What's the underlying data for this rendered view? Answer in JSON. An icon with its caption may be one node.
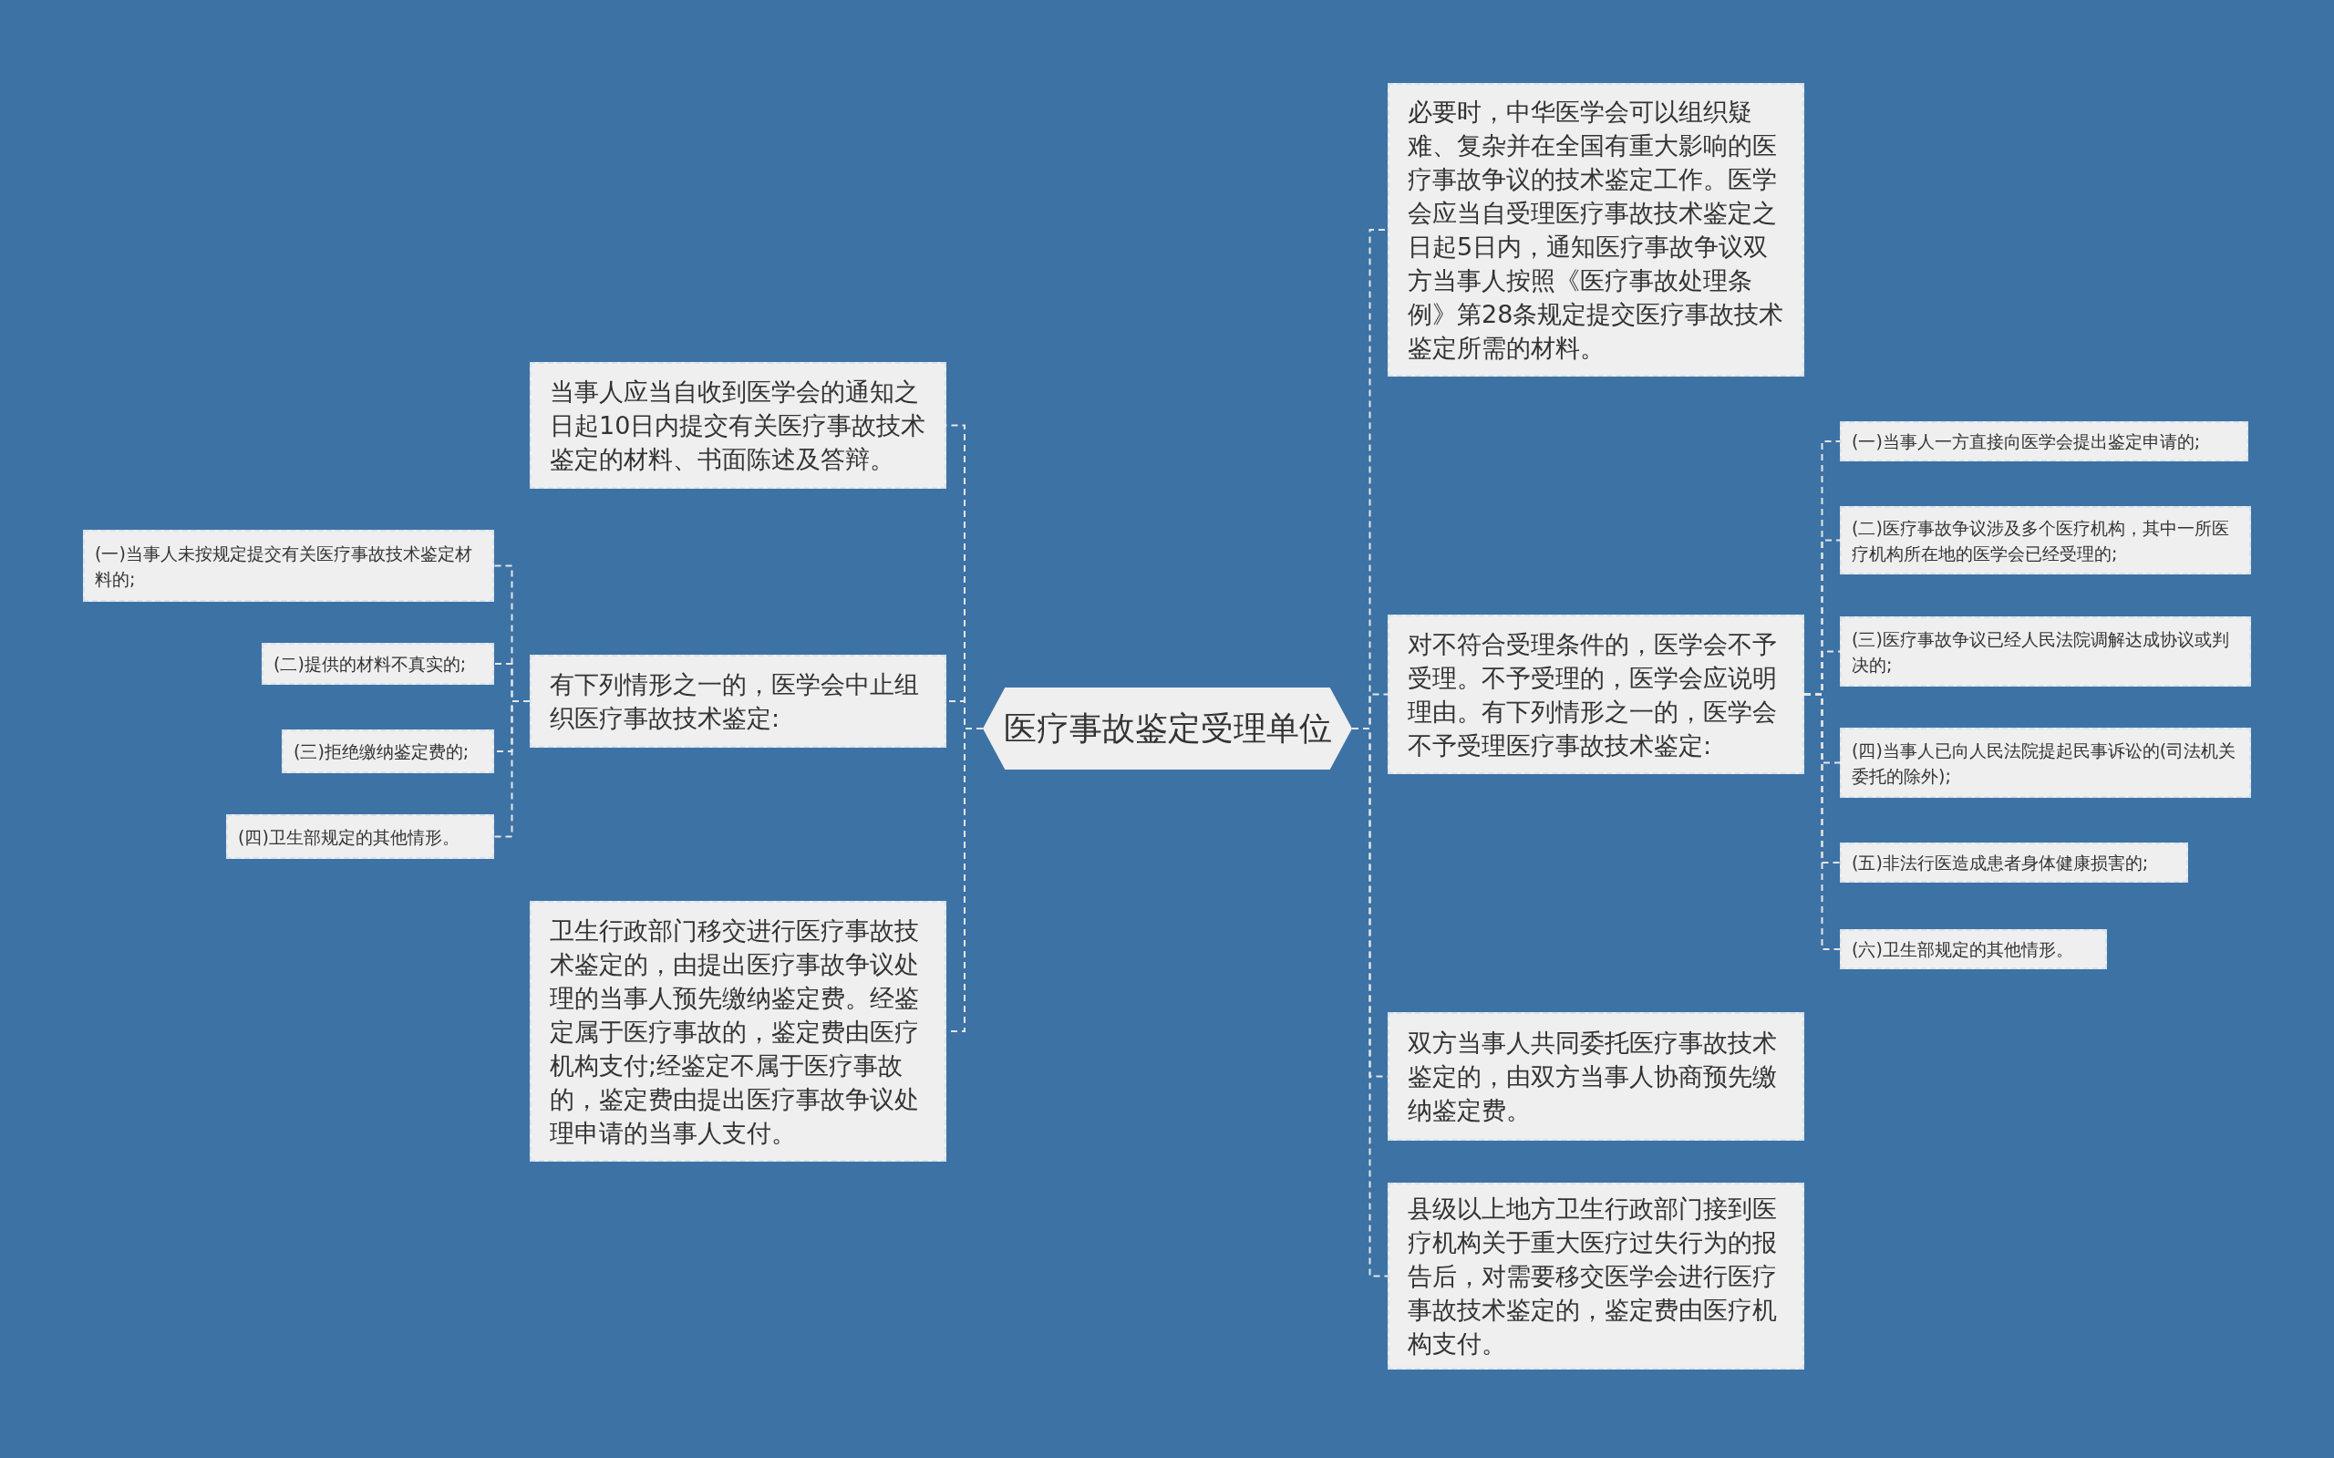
{
  "diagram": {
    "nodes": [
      {
        "text": [
          "医疗事故鉴定受理单位"
        ]
      },
      {
        "text": [
          "当事人应当自收到医学会的通知之日起10日内提交有关医疗事故技术鉴定的材料、书面陈述及答辩。"
        ]
      },
      {
        "text": [
          "有下列情形之一的，医学会中止组织医疗事故技术鉴定:"
        ]
      },
      {
        "text": [
          "(一)当事人未按规定提交有关医疗事故技术鉴定材料的;"
        ]
      },
      {
        "text": [
          "(二)提供的材料不真实的;"
        ]
      },
      {
        "text": [
          "(三)拒绝缴纳鉴定费的;"
        ]
      },
      {
        "text": [
          "(四)卫生部规定的其他情形。"
        ]
      },
      {
        "text": [
          "卫生行政部门移交进行医疗事故技术鉴定的，由提出医疗事故争议处理的当事人预先缴纳鉴定费。经鉴定属于医疗事故的，鉴定费由医疗机构支付;经鉴定不属于医疗事故的，鉴定费由提出医疗事故争议处理申请的当事人支付。"
        ]
      },
      {
        "text": [
          "必要时，中华医学会可以组织疑难、复杂并在全国有重大影响的医疗事故争议的技术鉴定工作。医学会应当自受理医疗事故技术鉴定之日起5日内，通知医疗事故争议双方当事人按照《医疗事故处理条例》第28条规定提交医疗事故技术鉴定所需的材料。"
        ]
      },
      {
        "text": [
          "对不符合受理条件的，医学会不予受理。不予受理的，医学会应说明理由。有下列情形之一的，医学会不予受理医疗事故技术鉴定:"
        ]
      },
      {
        "text": [
          "(一)当事人一方直接向医学会提出鉴定申请的;"
        ]
      },
      {
        "text": [
          "(二)医疗事故争议涉及多个医疗机构，其中一所医疗机构所在地的医学会已经受理的;"
        ]
      },
      {
        "text": [
          "(三)医疗事故争议已经人民法院调解达成协议或判决的;"
        ]
      },
      {
        "text": [
          "(四)当事人已向人民法院提起民事诉讼的(司法机关委托的除外);"
        ]
      },
      {
        "text": [
          "(五)非法行医造成患者身体健康损害的;"
        ]
      },
      {
        "text": [
          "(六)卫生部规定的其他情形。"
        ]
      },
      {
        "text": [
          "双方当事人共同委托医疗事故技术鉴定的，由双方当事人协商预先缴纳鉴定费。"
        ]
      },
      {
        "text": [
          "县级以上地方卫生行政部门接到医疗机构关于重大医疗过失行为的报告后，对需要移交医学会进行医疗事故技术鉴定的，鉴定费由医疗机构支付。"
        ]
      }
    ],
    "edges": [
      {
        "from": 0,
        "to": 1,
        "arrow": "none"
      },
      {
        "from": 0,
        "to": 2,
        "arrow": "none"
      },
      {
        "from": 2,
        "to": 3,
        "arrow": "none"
      },
      {
        "from": 2,
        "to": 4,
        "arrow": "none"
      },
      {
        "from": 2,
        "to": 5,
        "arrow": "none"
      },
      {
        "from": 2,
        "to": 6,
        "arrow": "none"
      },
      {
        "from": 0,
        "to": 7,
        "arrow": "none"
      },
      {
        "from": 0,
        "to": 8,
        "arrow": "none"
      },
      {
        "from": 0,
        "to": 9,
        "arrow": "none"
      },
      {
        "from": 9,
        "to": 10,
        "arrow": "none"
      },
      {
        "from": 9,
        "to": 11,
        "arrow": "none"
      },
      {
        "from": 9,
        "to": 12,
        "arrow": "none"
      },
      {
        "from": 9,
        "to": 13,
        "arrow": "none"
      },
      {
        "from": 9,
        "to": 14,
        "arrow": "none"
      },
      {
        "from": 9,
        "to": 15,
        "arrow": "none"
      },
      {
        "from": 0,
        "to": 16,
        "arrow": "none"
      },
      {
        "from": 0,
        "to": 17,
        "arrow": "none"
      }
    ]
  }
}
